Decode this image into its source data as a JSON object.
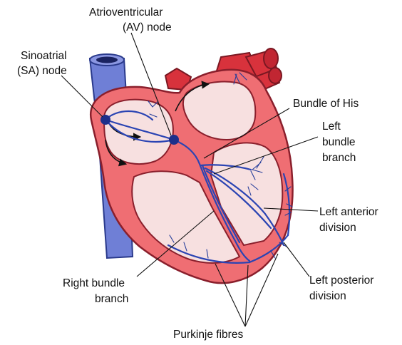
{
  "labels": {
    "av_node_line1": "Atrioventricular",
    "av_node_line2": "(AV) node",
    "sa_node_line1": "Sinoatrial",
    "sa_node_line2": "(SA) node",
    "bundle_of_his": "Bundle of His",
    "left_bundle_line1": "Left",
    "left_bundle_line2": "bundle",
    "left_bundle_line3": "branch",
    "left_anterior_line1": "Left anterior",
    "left_anterior_line2": "division",
    "left_posterior_line1": "Left posterior",
    "left_posterior_line2": "division",
    "right_bundle_line1": "Right bundle",
    "right_bundle_line2": "branch",
    "purkinje": "Purkinje fibres"
  },
  "colors": {
    "heart_wall": "#ef6e73",
    "heart_outline": "#8a1f2c",
    "chamber": "#f7e0e0",
    "vessel_red": "#d8323c",
    "vena_cava": "#6f7fd6",
    "conduction": "#2b44b3",
    "node": "#1e2f8a"
  }
}
